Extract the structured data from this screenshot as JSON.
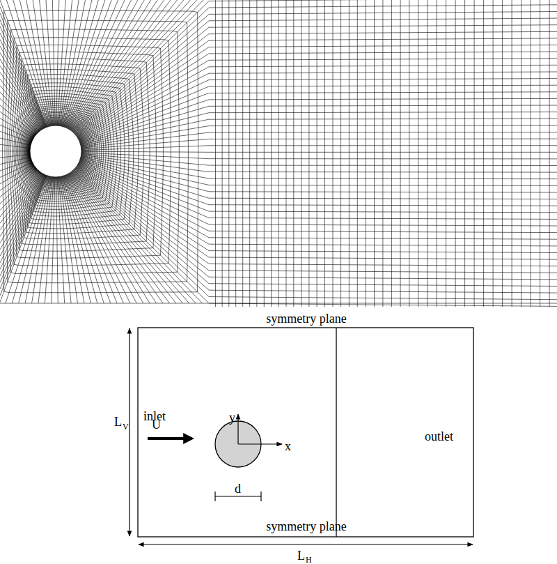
{
  "diagram": {
    "labels": [
      "symmetry plane",
      "inlet",
      "U",
      "y",
      "x",
      "d",
      "outlet",
      "symmetry plane",
      "L",
      "V",
      "L",
      "H"
    ]
  }
}
